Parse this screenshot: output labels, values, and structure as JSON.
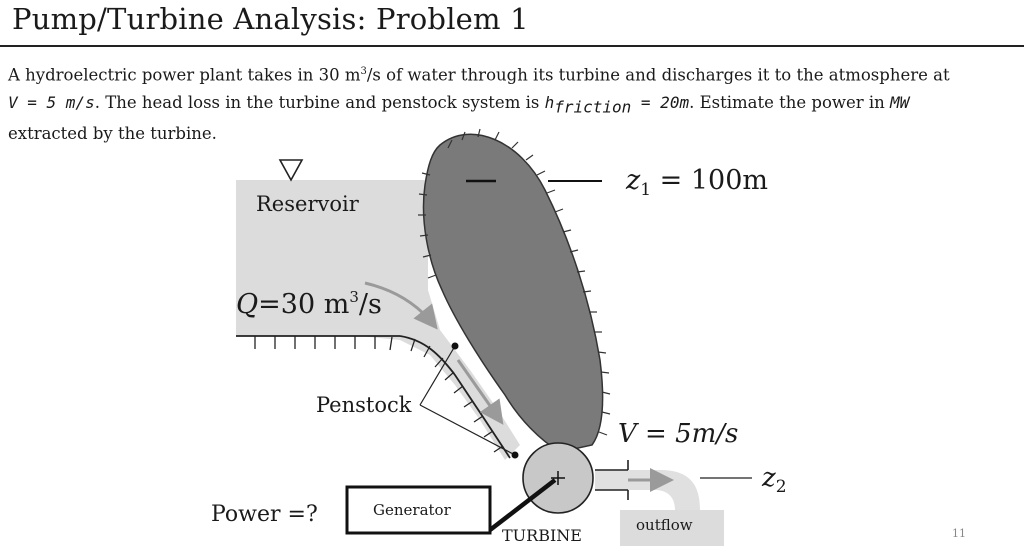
{
  "title": "Pump/Turbine Analysis: Problem 1",
  "problem": {
    "line1_a": "A hydroelectric power plant takes in 30 m",
    "line1_sup": "3",
    "line1_b": "/s of water through its turbine and discharges it to the atmosphere at",
    "velocity_expr": "V = 5 m/s",
    "line2_a": ". The head loss in the turbine and penstock system is ",
    "hf_symbol": "h",
    "hf_sub": "friction",
    "hf_rest": " = 20m",
    "line2_b": ". Estimate the power in ",
    "unit_mw": "MW",
    "line3": "extracted by the turbine."
  },
  "diagram": {
    "reservoir_label": "Reservoir",
    "z1_label": "z",
    "z1_sub": "1",
    "z1_value": " = 100m",
    "flow_q": "Q",
    "flow_value": "=30 m",
    "flow_sup": "3",
    "flow_unit": "/s",
    "penstock_label": "Penstock",
    "velocity_label": "V = 5m/s",
    "z2_label": "z",
    "z2_sub": "2",
    "power_label": "Power =?",
    "generator_label": "Generator",
    "turbine_label": "TURBINE",
    "outflow_label": "outflow",
    "colors": {
      "reservoir": "#dcdcdc",
      "dam": "#7a7a7a",
      "turbine": "#c8c8c8",
      "flow_arrow": "#a0a0a0"
    }
  },
  "page_number": "11"
}
